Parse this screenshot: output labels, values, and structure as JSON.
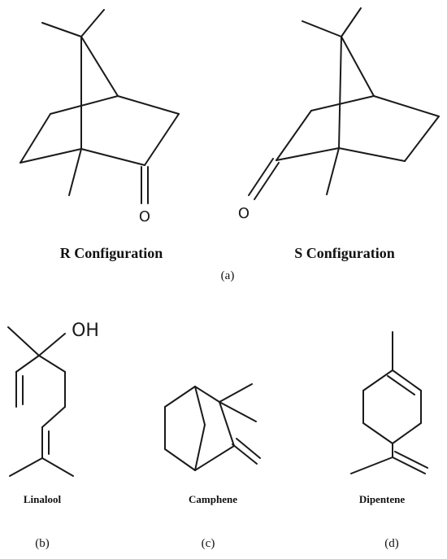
{
  "panel_a": {
    "left_caption": "R Configuration",
    "right_caption": "S Configuration",
    "panel_label": "(a)",
    "atom_oxygen": "O"
  },
  "panel_b": {
    "name": "Linalool",
    "panel_label": "(b)",
    "hydroxyl": "OH"
  },
  "panel_c": {
    "name": "Camphene",
    "panel_label": "(c)"
  },
  "panel_d": {
    "name": "Dipentene",
    "panel_label": "(d)"
  }
}
